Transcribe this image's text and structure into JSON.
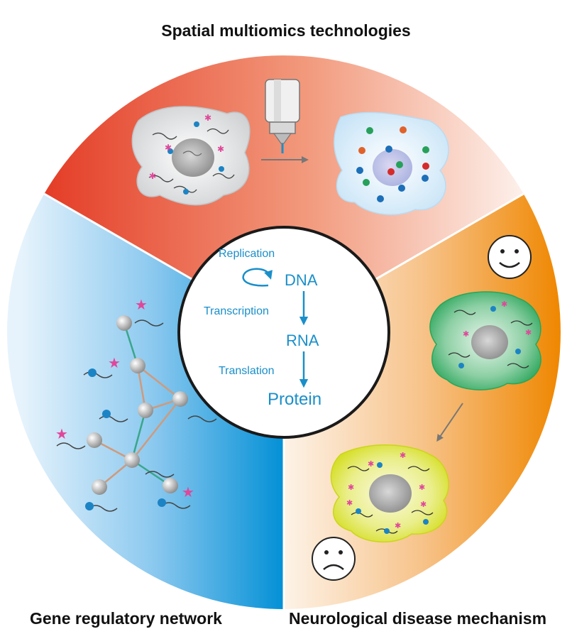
{
  "titles": {
    "top": "Spatial multiomics technologies",
    "left": "Gene regulatory network",
    "right": "Neurological disease mechanism"
  },
  "central_dogma": {
    "replication": "Replication",
    "dna": "DNA",
    "transcription": "Transcription",
    "rna": "RNA",
    "translation": "Translation",
    "protein": "Protein"
  },
  "colors": {
    "top_sector_start": "#e43c26",
    "top_sector_end": "#fbe6dd",
    "left_sector_start": "#d7ecfa",
    "left_sector_end": "#0493d8",
    "right_sector_start": "#fdf0e2",
    "right_sector_end": "#f08a00",
    "dogma_blue": "#1a8fc9",
    "healthy_cell": "#2aa55a",
    "diseased_cell": "#d9e21f",
    "network_link_orange": "#d09a7c",
    "network_link_teal": "#3aa68a"
  },
  "icons": {
    "happy": "smiley-face-icon",
    "sad": "frowning-face-icon"
  }
}
